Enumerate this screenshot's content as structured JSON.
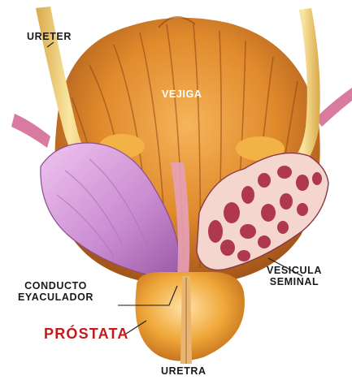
{
  "labels": {
    "ureter": "URETER",
    "vejiga": "VEJIGA",
    "vesicula_line1": "VESICULA",
    "vesicula_line2": "SEMINAL",
    "conducto_line1": "CONDUCTO",
    "conducto_line2": "EYACULADOR",
    "prostata": "PRÓSTATA",
    "uretra": "URETRA"
  },
  "colors": {
    "bladder": "#e08a2c",
    "vesicle_left": "#c98bd0",
    "vesicle_right_cut": "#d98a8e",
    "prostate": "#f0a83a",
    "prostata_label": "#c41a1a",
    "ureter": "#f3d67a"
  }
}
